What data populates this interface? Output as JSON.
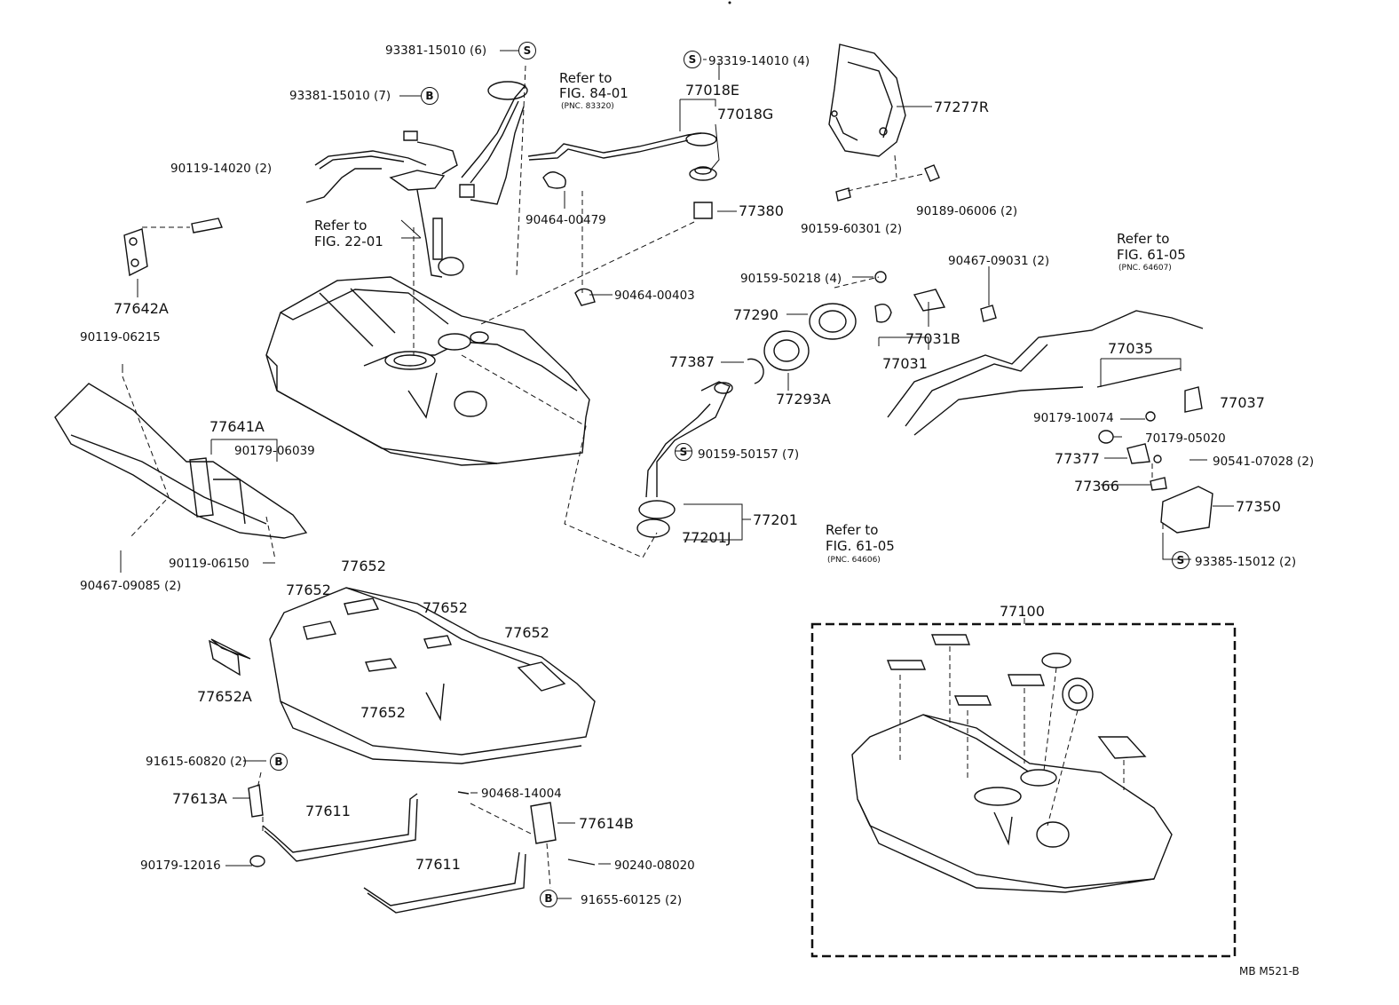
{
  "labels": {
    "p93381_15010_6": "93381-15010 (6)",
    "p93381_15010_7": "93381-15010 (7)",
    "p90119_14020": "90119-14020 (2)",
    "p77642A": "77642A",
    "p90119_06215": "90119-06215",
    "p77641A": "77641A",
    "p90179_06039": "90179-06039",
    "p90467_09085": "90467-09085 (2)",
    "p90119_06150": "90119-06150",
    "p93319_14010": "93319-14010 (4)",
    "p77018E": "77018E",
    "p77018G": "77018G",
    "p90464_00479": "90464-00479",
    "p77380": "77380",
    "p90464_00403": "90464-00403",
    "p77277R": "77277R",
    "p90159_60301": "90159-60301 (2)",
    "p90189_06006": "90189-06006 (2)",
    "p90159_50218": "90159-50218 (4)",
    "p77290": "77290",
    "p77387": "77387",
    "p77293A": "77293A",
    "p77031": "77031",
    "p77031B": "77031B",
    "p90467_09031": "90467-09031 (2)",
    "p77035": "77035",
    "p77037": "77037",
    "p90179_10074": "90179-10074",
    "p70179_05020": "70179-05020",
    "p77377": "77377",
    "p90541_07028": "90541-07028 (2)",
    "p77366": "77366",
    "p77350": "77350",
    "p93385_15012": "93385-15012 (2)",
    "p90159_50157": "90159-50157 (7)",
    "p77201": "77201",
    "p77201J": "77201J",
    "p77652_a": "77652",
    "p77652_b": "77652",
    "p77652_c": "77652",
    "p77652_d": "77652",
    "p77652_e": "77652",
    "p77652A": "77652A",
    "p77100": "77100",
    "p91615_60820": "91615-60820 (2)",
    "p77613A": "77613A",
    "p77611_a": "77611",
    "p77611_b": "77611",
    "p90179_12016": "90179-12016",
    "p90468_14004": "90468-14004",
    "p77614B": "77614B",
    "p90240_08020": "90240-08020",
    "p91655_60125": "91655-60125 (2)"
  },
  "refs": {
    "fig84": {
      "line1": "Refer to",
      "line2": "FIG. 84-01",
      "pnc": "(PNC. 83320)"
    },
    "fig22": {
      "line1": "Refer to",
      "line2": "FIG. 22-01"
    },
    "fig61a": {
      "line1": "Refer to",
      "line2": "FIG. 61-05",
      "pnc": "(PNC. 64607)"
    },
    "fig61b": {
      "line1": "Refer to",
      "line2": "FIG. 61-05",
      "pnc": "(PNC. 64606)"
    }
  },
  "symbols": {
    "s": "S",
    "b": "B"
  },
  "footer": {
    "code": "MB  M521-B"
  }
}
